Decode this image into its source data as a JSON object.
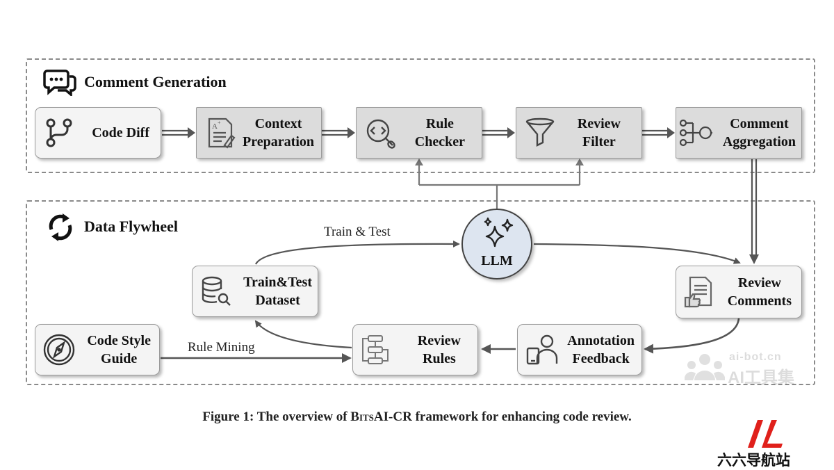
{
  "sections": {
    "comment_generation": {
      "title": "Comment Generation",
      "icon": "chat-bubble-icon"
    },
    "data_flywheel": {
      "title": "Data Flywheel",
      "icon": "refresh-cycle-icon"
    }
  },
  "nodes": {
    "code_diff": {
      "label": "Code Diff",
      "icon": "git-branch-icon"
    },
    "context_preparation": {
      "label": "Context\nPreparation",
      "icon": "document-edit-icon"
    },
    "rule_checker": {
      "label": "Rule\nChecker",
      "icon": "code-search-icon"
    },
    "review_filter": {
      "label": "Review\nFilter",
      "icon": "funnel-icon"
    },
    "comment_aggregation": {
      "label": "Comment\nAggregation",
      "icon": "merge-nodes-icon"
    },
    "llm": {
      "label": "LLM",
      "icon": "sparkles-icon"
    },
    "review_comments": {
      "label": "Review\nComments",
      "icon": "document-thumbs-up-icon"
    },
    "train_test_dataset": {
      "label": "Train&Test\nDataset",
      "icon": "database-search-icon"
    },
    "annotation_feedback": {
      "label": "Annotation\nFeedback",
      "icon": "person-phone-icon"
    },
    "review_rules": {
      "label": "Review\nRules",
      "icon": "flowchart-icon"
    },
    "code_style_guide": {
      "label": "Code Style\nGuide",
      "icon": "compass-icon"
    }
  },
  "edge_labels": {
    "train_test": "Train & Test",
    "rule_mining": "Rule Mining"
  },
  "caption": {
    "prefix": "Figure 1: The overview of ",
    "name": "BitsAI-CR",
    "suffix": " framework for enhancing code review."
  },
  "watermarks": {
    "site": "ai-bot.cn",
    "tool": "AI工具集",
    "nav": "六六导航站"
  },
  "colors": {
    "llm_fill": "#dde5f0",
    "dark_box": "#dcdcdc",
    "light_box": "#f4f4f4",
    "logo_red": "#e0201b"
  }
}
